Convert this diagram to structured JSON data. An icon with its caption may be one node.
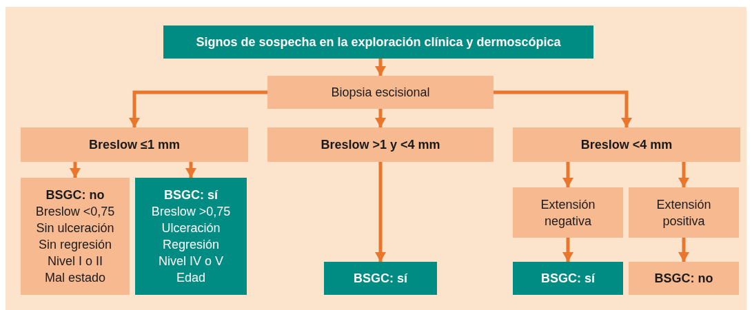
{
  "diagram": {
    "nodes": [
      {
        "text": [
          "Signos de sospecha en la exploración clínica y dermoscópica"
        ]
      },
      {
        "text": [
          "Biopsia escisional"
        ]
      },
      {
        "text": [
          "Breslow ≤1 mm"
        ]
      },
      {
        "text": [
          "Breslow >1 y <4 mm"
        ]
      },
      {
        "text": [
          "Breslow <4 mm"
        ]
      },
      {
        "text": [
          "BSGC: no",
          "Breslow <0,75",
          "Sin ulceración",
          "Sin regresión",
          "Nivel I o II",
          "Mal estado"
        ]
      },
      {
        "text": [
          "BSGC: sí",
          "Breslow >0,75",
          "Ulceración",
          "Regresión",
          "Nivel IV o V",
          "Edad"
        ]
      },
      {
        "text": [
          "BSGC: sí"
        ]
      },
      {
        "text": [
          "Extensión negativa"
        ]
      },
      {
        "text": [
          "Extensión positiva"
        ]
      },
      {
        "text": [
          "BSGC: sí"
        ]
      },
      {
        "text": [
          "BSGC: no"
        ]
      }
    ],
    "edges": [
      {
        "from": 0,
        "to": 1,
        "arrow": "to"
      },
      {
        "from": 1,
        "to": 2,
        "arrow": "to"
      },
      {
        "from": 1,
        "to": 3,
        "arrow": "to"
      },
      {
        "from": 1,
        "to": 4,
        "arrow": "to"
      },
      {
        "from": 2,
        "to": 5,
        "arrow": "to"
      },
      {
        "from": 2,
        "to": 6,
        "arrow": "to"
      },
      {
        "from": 3,
        "to": 7,
        "arrow": "to"
      },
      {
        "from": 4,
        "to": 8,
        "arrow": "to"
      },
      {
        "from": 4,
        "to": 9,
        "arrow": "to"
      },
      {
        "from": 8,
        "to": 10,
        "arrow": "to"
      },
      {
        "from": 9,
        "to": 11,
        "arrow": "to"
      }
    ]
  }
}
